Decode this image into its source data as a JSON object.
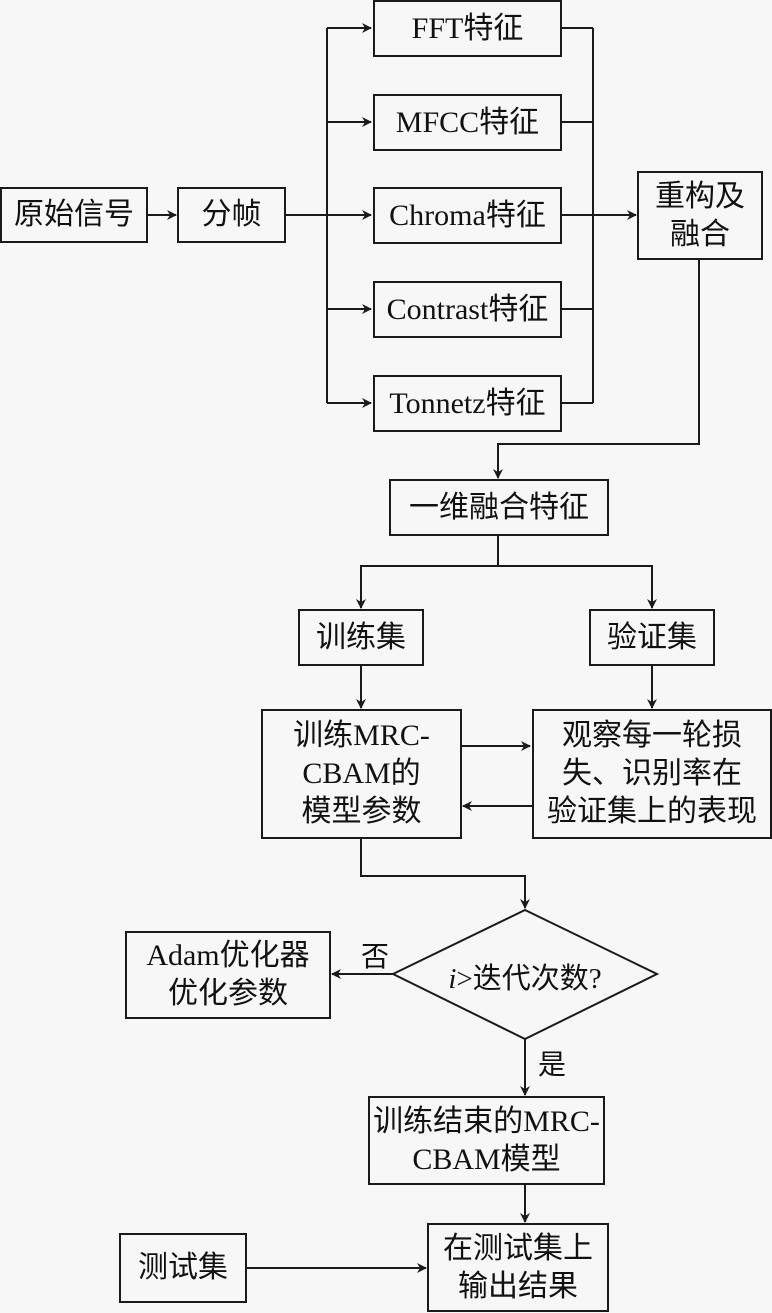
{
  "nodes": {
    "raw_signal": "原始信号",
    "framing": "分帧",
    "fft": "FFT特征",
    "mfcc": "MFCC特征",
    "chroma": "Chroma特征",
    "contrast": "Contrast特征",
    "tonnetz": "Tonnetz特征",
    "reconstruct": "重构及\n融合",
    "fused_1d": "一维融合特征",
    "train_set": "训练集",
    "val_set": "验证集",
    "train_model": "训练MRC-\nCBAM的\n模型参数",
    "observe": "观察每一轮损\n失、识别率在\n验证集上的表现",
    "decision_var": "i",
    "decision_rest": ">迭代次数?",
    "adam": "Adam优化器\n优化参数",
    "trained_model": "训练结束的MRC-\nCBAM模型",
    "test_set": "测试集",
    "output": "在测试集上\n输出结果"
  },
  "edge_labels": {
    "no": "否",
    "yes": "是"
  }
}
